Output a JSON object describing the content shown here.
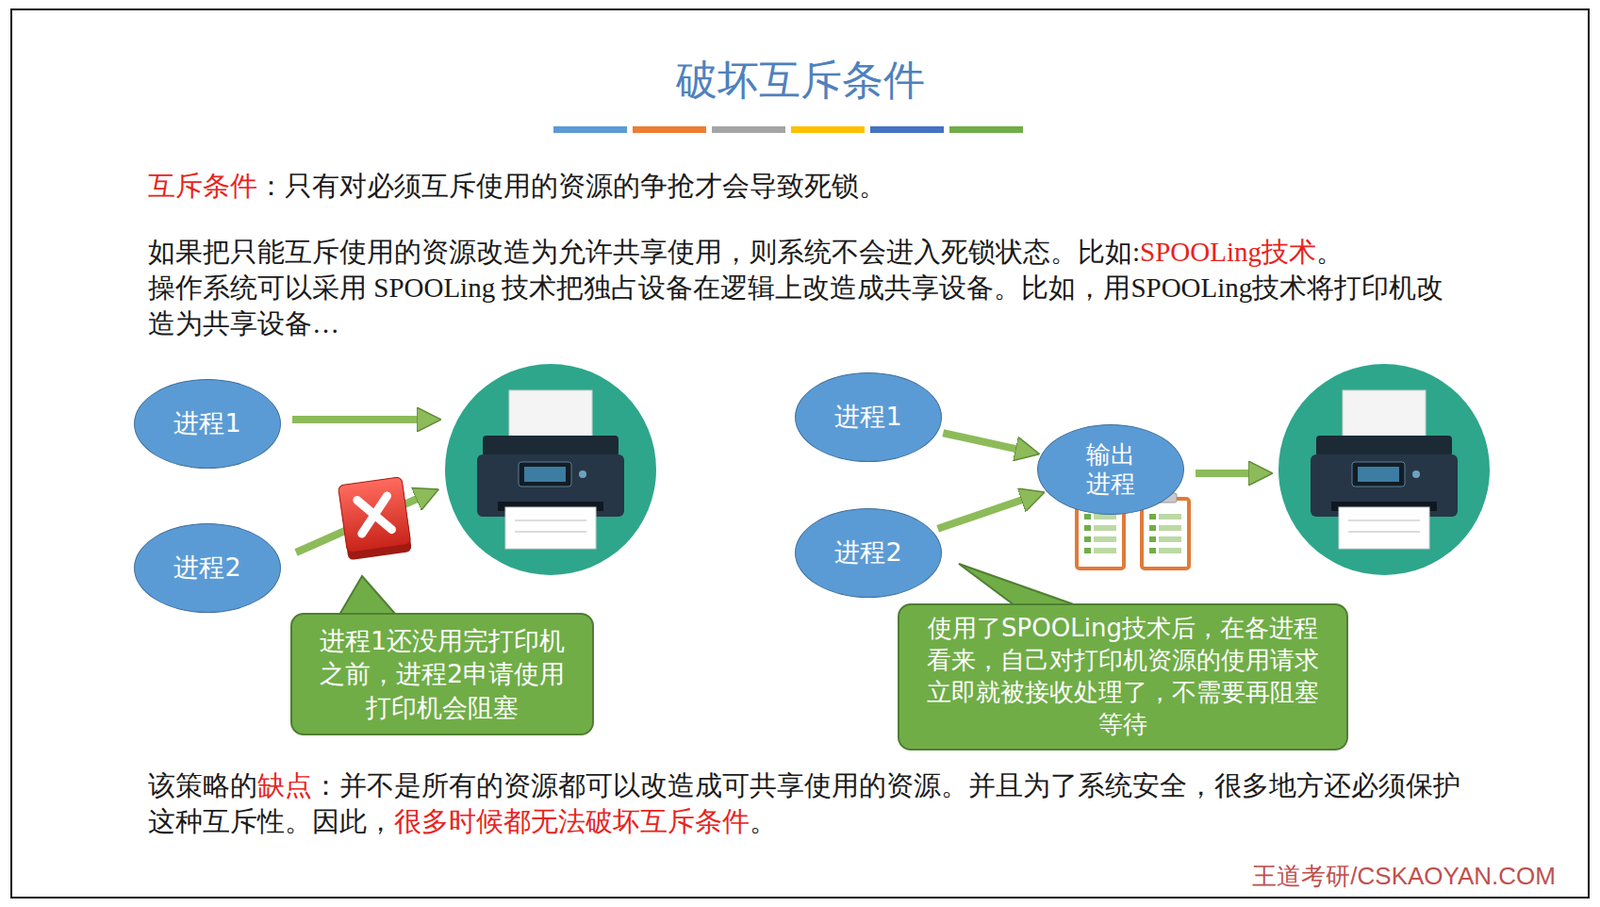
{
  "diagram": {
    "title": "破坏互斥条件",
    "nodes": [
      {
        "text": [
          "进程1"
        ]
      },
      {
        "text": [
          "进程2"
        ]
      },
      {
        "text": [
          "进程1还没用完打印机之前，进程2申请使用打印机会阻塞"
        ]
      },
      {
        "text": [
          "进程1"
        ]
      },
      {
        "text": [
          "输出进程"
        ]
      },
      {
        "text": [
          "进程2"
        ]
      },
      {
        "text": [
          "使用了SPOOLing技术后，在各进程看来，自己对打印机资源的使用请求立即就被接收处理了，不需要再阻塞等待"
        ]
      }
    ],
    "edges": [
      {
        "from": 3,
        "to": 4,
        "arrow": "to"
      },
      {
        "from": 5,
        "to": 4,
        "arrow": "to"
      }
    ],
    "labels": [
      "互斥条件",
      "：只有对必须互斥使用的资源的争抢才会导致死锁。",
      "如果把只能互斥使用的资源改造为允许共享使用，则系统不会进入死锁状态。比如:",
      "SPOOLing技术",
      "。",
      "操作系统可以采用 SPOOLing 技术把独占设备在逻辑上改造成共享设备。比如，用SPOOLing技术将打印机改造为共享设备…",
      "该策略的",
      "缺点",
      "：并不是所有的资源都可以改造成可共享使用的资源。并且为了系统安全，很多地方还必须保护这种互斥性。因此，",
      "很多时候都无法破坏互斥条件",
      "。",
      "王道考研/CSKAOYAN.COM"
    ]
  }
}
